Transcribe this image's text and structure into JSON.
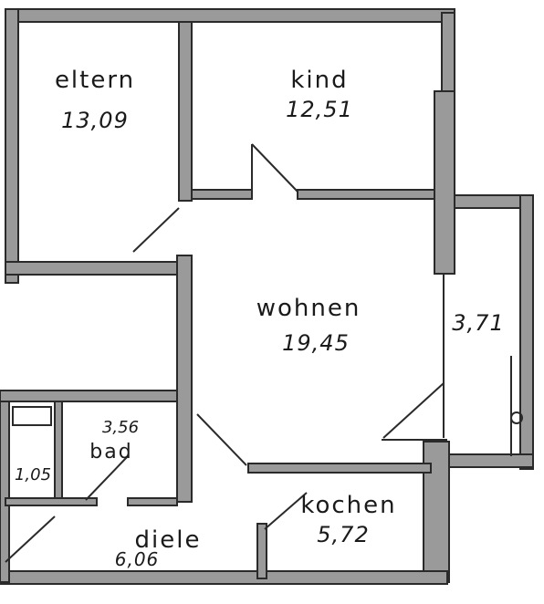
{
  "rooms": {
    "eltern": {
      "name": "eltern",
      "area": "13,09"
    },
    "kind": {
      "name": "kind",
      "area": "12,51"
    },
    "wohnen": {
      "name": "wohnen",
      "area": "19,45"
    },
    "balkon": {
      "area": "3,71"
    },
    "bad": {
      "name": "bad",
      "area": "3,56"
    },
    "wc": {
      "area": "1,05"
    },
    "kochen": {
      "name": "kochen",
      "area": "5,72"
    },
    "diele": {
      "name": "diele",
      "area": "6,06"
    }
  },
  "colors": {
    "wall_fill": "#9a9a9a",
    "wall_stroke": "#2a2a2a",
    "background": "#ffffff"
  }
}
